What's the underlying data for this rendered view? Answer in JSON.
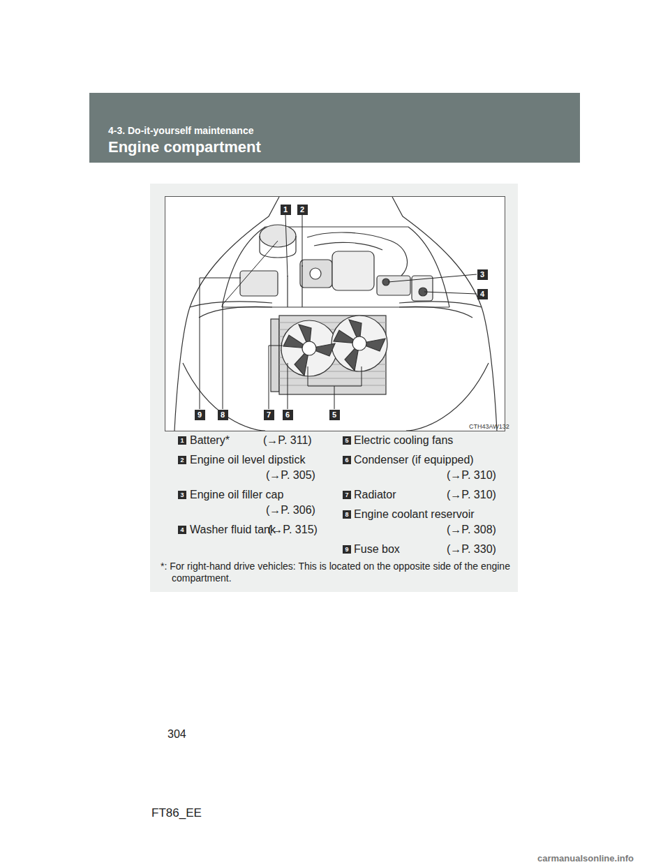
{
  "diagram": {
    "title": "Engine compartment",
    "nodes": [
      {
        "text": [
          "1"
        ]
      },
      {
        "text": [
          "2"
        ]
      },
      {
        "text": [
          "3"
        ]
      },
      {
        "text": [
          "4"
        ]
      },
      {
        "text": [
          "9"
        ]
      },
      {
        "text": [
          "8"
        ]
      },
      {
        "text": [
          "7"
        ]
      },
      {
        "text": [
          "6"
        ]
      },
      {
        "text": [
          "5"
        ]
      },
      {
        "text": [
          "1"
        ]
      },
      {
        "text": [
          "2"
        ]
      },
      {
        "text": [
          "3"
        ]
      },
      {
        "text": [
          "4"
        ]
      },
      {
        "text": [
          "5"
        ]
      },
      {
        "text": [
          "6"
        ]
      },
      {
        "text": [
          "7"
        ]
      },
      {
        "text": [
          "8"
        ]
      },
      {
        "text": [
          "9"
        ]
      }
    ],
    "labels": [
      "4-3. Do-it-yourself maintenance",
      "CTH43AW132",
      "Battery*",
      "(→P. 311)",
      "Engine oil level dipstick",
      "(→P. 305)",
      "Engine oil filler cap",
      "(→P. 306)",
      "Washer fluid tank",
      "(→P. 315)",
      "Electric cooling fans",
      "Condenser (if equipped)",
      "(→P. 310)",
      "Radiator",
      "(→P. 310)",
      "Engine coolant reservoir",
      "(→P. 308)",
      "Fuse box",
      "(→P. 330)",
      "*: For right-hand drive vehicles: This is located on the opposite side of the engine compartment.",
      "304",
      "FT86_EE",
      "carmanualsonline.info"
    ]
  }
}
